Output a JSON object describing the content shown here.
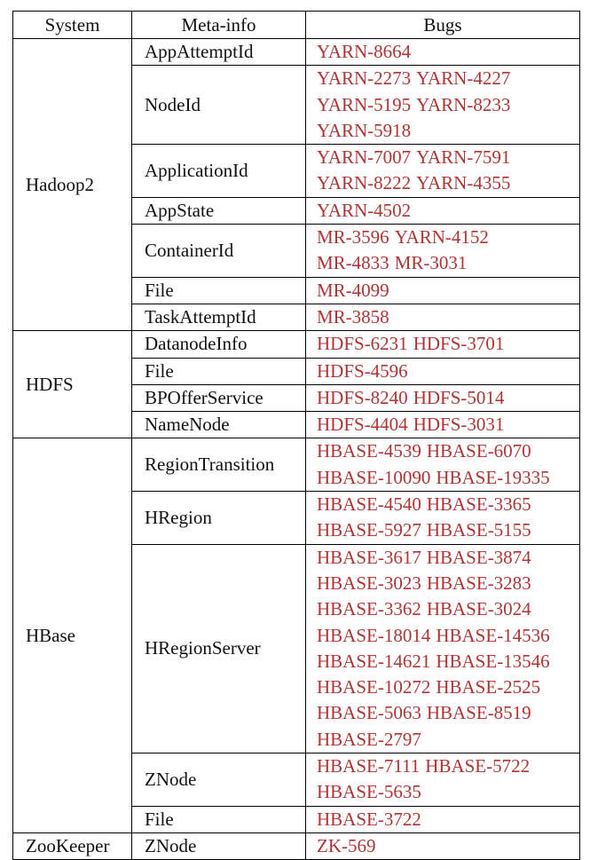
{
  "headers": [
    "System",
    "Meta-info",
    "Bugs"
  ],
  "colors": {
    "bug": "#b03434",
    "text": "#111111",
    "border": "#000000"
  },
  "systems": [
    {
      "name": "Hadoop2",
      "rows": [
        {
          "meta": "AppAttemptId",
          "lines": [
            [
              "YARN-8664"
            ]
          ]
        },
        {
          "meta": "NodeId",
          "lines": [
            [
              "YARN-2273",
              "YARN-4227"
            ],
            [
              "YARN-5195",
              "YARN-8233"
            ],
            [
              "YARN-5918"
            ]
          ]
        },
        {
          "meta": "ApplicationId",
          "lines": [
            [
              "YARN-7007",
              "YARN-7591"
            ],
            [
              "YARN-8222",
              "YARN-4355"
            ]
          ]
        },
        {
          "meta": "AppState",
          "lines": [
            [
              "YARN-4502"
            ]
          ]
        },
        {
          "meta": "ContainerId",
          "lines": [
            [
              "MR-3596",
              "YARN-4152"
            ],
            [
              "MR-4833",
              "MR-3031"
            ]
          ]
        },
        {
          "meta": "File",
          "lines": [
            [
              "MR-4099"
            ]
          ]
        },
        {
          "meta": "TaskAttemptId",
          "lines": [
            [
              "MR-3858"
            ]
          ]
        }
      ]
    },
    {
      "name": "HDFS",
      "rows": [
        {
          "meta": "DatanodeInfo",
          "lines": [
            [
              "HDFS-6231",
              "HDFS-3701"
            ]
          ]
        },
        {
          "meta": "File",
          "lines": [
            [
              "HDFS-4596"
            ]
          ]
        },
        {
          "meta": "BPOfferService",
          "lines": [
            [
              "HDFS-8240",
              "HDFS-5014"
            ]
          ]
        },
        {
          "meta": "NameNode",
          "lines": [
            [
              "HDFS-4404",
              "HDFS-3031"
            ]
          ]
        }
      ]
    },
    {
      "name": "HBase",
      "rows": [
        {
          "meta": "RegionTransition",
          "lines": [
            [
              "HBASE-4539",
              "HBASE-6070"
            ],
            [
              "HBASE-10090",
              "HBASE-19335"
            ]
          ]
        },
        {
          "meta": "HRegion",
          "lines": [
            [
              "HBASE-4540",
              "HBASE-3365"
            ],
            [
              "HBASE-5927",
              "HBASE-5155"
            ]
          ]
        },
        {
          "meta": "HRegionServer",
          "lines": [
            [
              "HBASE-3617",
              "HBASE-3874"
            ],
            [
              "HBASE-3023",
              "HBASE-3283"
            ],
            [
              "HBASE-3362",
              "HBASE-3024"
            ],
            [
              "HBASE-18014",
              "HBASE-14536"
            ],
            [
              "HBASE-14621",
              "HBASE-13546"
            ],
            [
              "HBASE-10272",
              "HBASE-2525"
            ],
            [
              "HBASE-5063",
              "HBASE-8519"
            ],
            [
              "HBASE-2797"
            ]
          ]
        },
        {
          "meta": "ZNode",
          "lines": [
            [
              "HBASE-7111",
              "HBASE-5722"
            ],
            [
              "HBASE-5635"
            ]
          ]
        },
        {
          "meta": "File",
          "lines": [
            [
              "HBASE-3722"
            ]
          ]
        }
      ]
    },
    {
      "name": "ZooKeeper",
      "rows": [
        {
          "meta": "ZNode",
          "lines": [
            [
              "ZK-569"
            ]
          ]
        }
      ]
    }
  ]
}
